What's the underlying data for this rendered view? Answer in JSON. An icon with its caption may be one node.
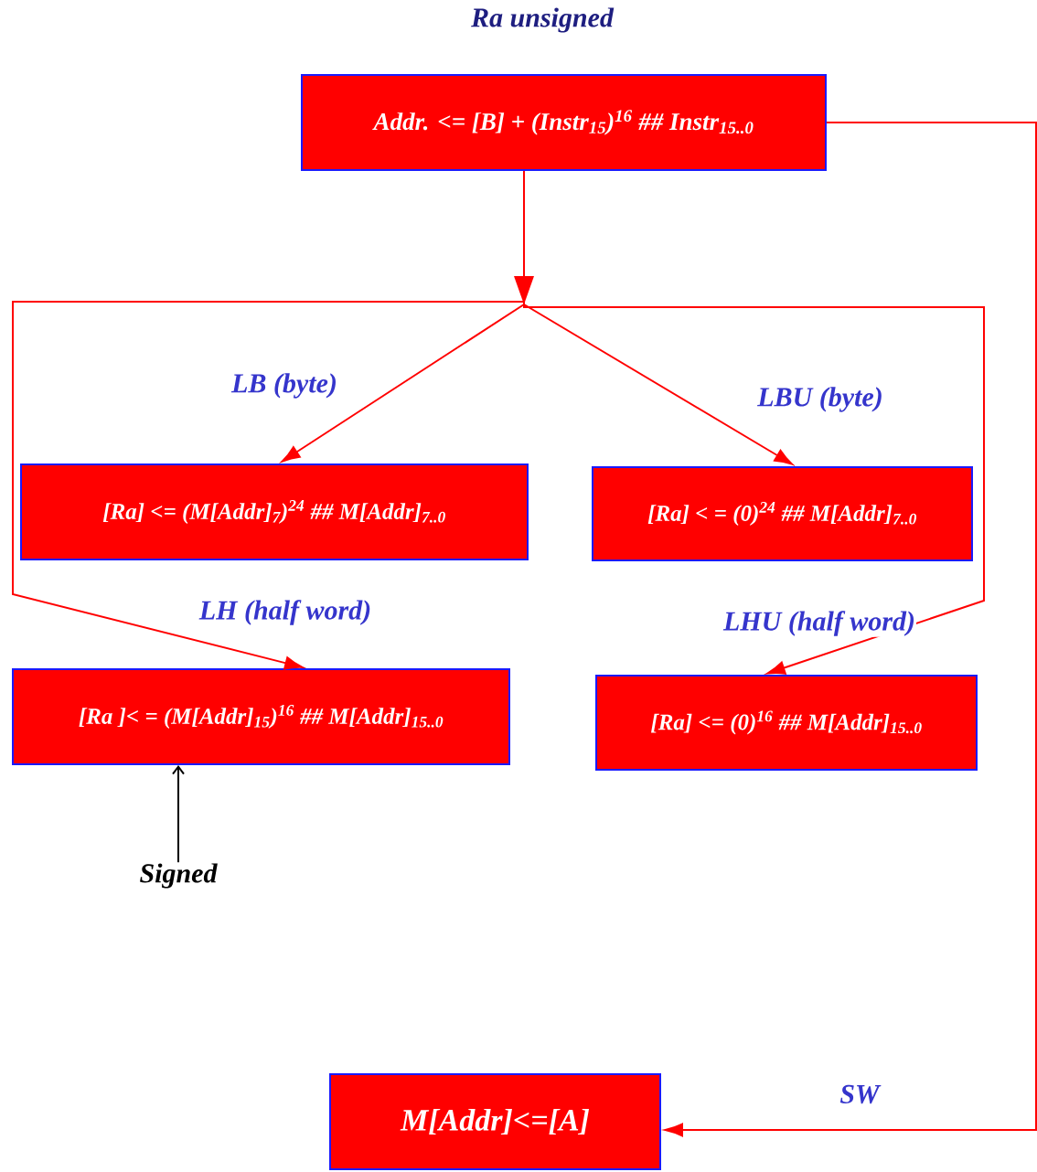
{
  "diagram": {
    "title": "Ra unsigned",
    "nodes": [
      {
        "text": [
          "Addr. <= [B] + (Instr$_{15}$)$^{16}$ ## Instr$_{15..0}$"
        ]
      },
      {
        "text": [
          "[Ra] <= (M[Addr]$_{7}$)$^{24}$ ## M[Addr]$_{7..0}$"
        ]
      },
      {
        "text": [
          "[Ra] < = (0)$^{24}$ ## M[Addr]$_{7..0}$"
        ]
      },
      {
        "text": [
          "[Ra ]< = (M[Addr]$_{15}$)$^{16}$ ## M[Addr]$_{15..0}$"
        ]
      },
      {
        "text": [
          "[Ra] <= (0)$^{16}$ ## M[Addr]$_{15..0}$"
        ]
      },
      {
        "text": [
          "Signed"
        ]
      },
      {
        "text": [
          "M[Addr]<=[A]"
        ]
      }
    ],
    "edges": [
      {
        "from": 0,
        "to": 1,
        "arrow": "to",
        "label": "LB (byte)"
      },
      {
        "from": 0,
        "to": 2,
        "arrow": "to",
        "label": "LBU (byte)"
      },
      {
        "from": 0,
        "to": 3,
        "arrow": "to",
        "label": "LH (half word)"
      },
      {
        "from": 0,
        "to": 4,
        "arrow": "to",
        "label": "LHU (half word)"
      },
      {
        "from": 0,
        "to": 6,
        "arrow": "to",
        "label": "SW"
      },
      {
        "from": 5,
        "to": 3,
        "arrow": "to",
        "color": "#000000"
      }
    ]
  }
}
